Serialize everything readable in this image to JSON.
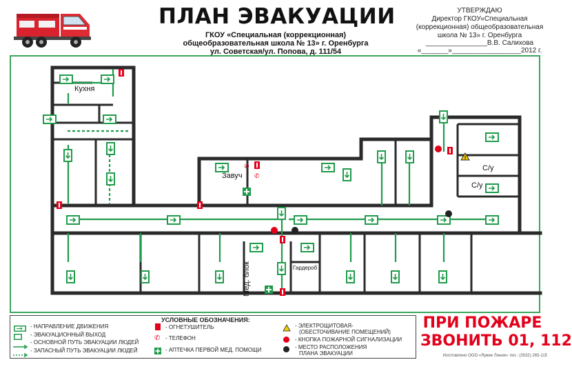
{
  "header": {
    "title": "ПЛАН ЭВАКУАЦИИ",
    "subtitle_1": "ГКОУ «Специальная (коррекционная)",
    "subtitle_2": "общеобразовательная школа № 13» г. Оренбурга",
    "subtitle_3": "ул. Советская/ул. Попова, д. 111/54"
  },
  "approval": {
    "line_1": "УТВЕРЖДАЮ",
    "line_2": "Директор ГКОУ«Специальная",
    "line_3": "(коррекционная) общеобразовательная",
    "line_4": "школа № 13» г. Оренбурга",
    "line_5": "________________В.В. Салихова",
    "line_6": "«_______»__________________2012 г."
  },
  "rooms": {
    "kitchen": "Кухня",
    "head_teacher": "Завуч",
    "medical": "Мед. блок",
    "wardrobe": "Гардероб",
    "su_1": "С/у",
    "su_2": "С/у"
  },
  "legend": {
    "title": "УСЛОВНЫЕ ОБОЗНАЧЕНИЯ:",
    "direction": "- НАПРАВЛЕНИЕ ДВИЖЕНИЯ",
    "exit": "- ЭВАКУАЦИОННЫЙ ВЫХОД",
    "main_route": "- ОСНОВНОЙ ПУТЬ ЭВАКУАЦИИ ЛЮДЕЙ",
    "spare_route": "- ЗАПАСНЫЙ  ПУТЬ ЭВАКУАЦИИ ЛЮДЕЙ",
    "extinguisher": "- ОГНЕТУШИТЕЛЬ",
    "phone": "- ТЕЛЕФОН",
    "first_aid": "- АПТЕЧКА ПЕРВОЙ МЕД. ПОМОЩИ",
    "electrical_1": "- ЭЛЕКТРОЩИТОВАЯ-",
    "electrical_2": "(ОБЕСТОЧИВАНИЕ ПОМЕЩЕНИЙ)",
    "alarm_button": "- КНОПКА ПОЖАРНОЙ СИГНАЛИЗАЦИИ",
    "plan_location_1": "- МЕСТО РАСПОЛОЖЕНИЯ",
    "plan_location_2": "ПЛАНА ЭВАКУАЦИИ"
  },
  "fire_notice": {
    "line_1": "ПРИ ПОЖАРЕ",
    "line_2": "ЗВОНИТЬ 01, 112"
  },
  "maker": "Изготовлено ООО «Яркие Линии» тел.: (3532) 265-115",
  "colors": {
    "evac_green": "#1e9a4a",
    "frame_green": "#3aa55a",
    "fire_red": "#e3001b",
    "wall": "#2a2a2a",
    "warning_yellow": "#f5d000"
  }
}
